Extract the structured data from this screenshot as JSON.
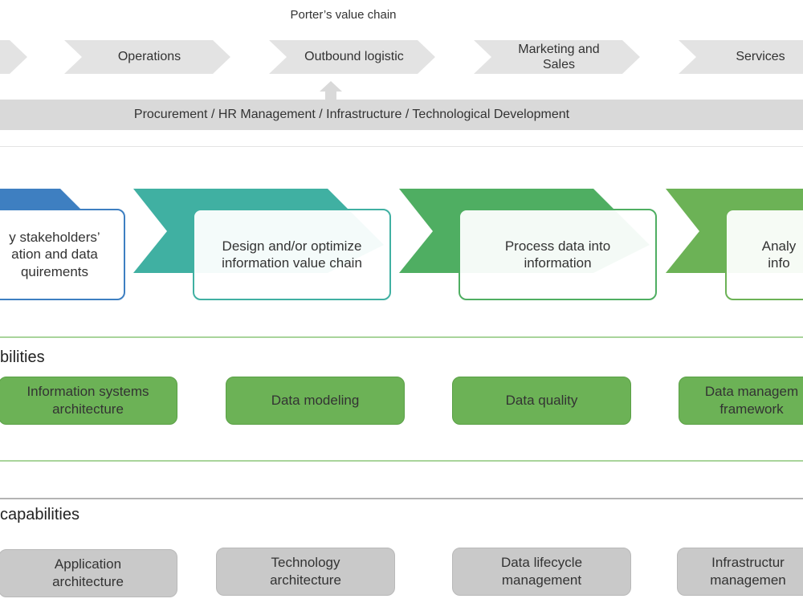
{
  "porter": {
    "title": "Porter’s value chain",
    "activities": [
      {
        "label": "Operations"
      },
      {
        "label": "Outbound logistic"
      },
      {
        "label": "Marketing and\nSales"
      },
      {
        "label": "Services"
      }
    ],
    "support_bar": "Procurement / HR Management / Infrastructure / Technological Development"
  },
  "process": {
    "steps": [
      {
        "label": "y stakeholders’\nation and data\nquirements",
        "color": "#3e7fc1"
      },
      {
        "label": "Design and/or optimize\ninformation value chain",
        "color": "#40b0a2"
      },
      {
        "label": "Process data into\ninformation",
        "color": "#4fae62"
      },
      {
        "label": "Analy\ninfo",
        "color": "#6cb256"
      }
    ]
  },
  "core_capabilities": {
    "title": "bilities",
    "items": [
      {
        "label": "Information systems\narchitecture"
      },
      {
        "label": "Data modeling"
      },
      {
        "label": "Data quality"
      },
      {
        "label": "Data managem\nframework"
      }
    ]
  },
  "support_capabilities": {
    "title": "capabilities",
    "items": [
      {
        "label": "Application\narchitecture"
      },
      {
        "label": "Technology\narchitecture"
      },
      {
        "label": "Data lifecycle\nmanagement"
      },
      {
        "label": "Infrastructur\nmanagemen"
      }
    ]
  },
  "colors": {
    "chevron_gray": "#e3e3e3",
    "support_bar": "#d9d9d9",
    "core_green": "#6cb256",
    "support_gray": "#c9c9c9"
  }
}
